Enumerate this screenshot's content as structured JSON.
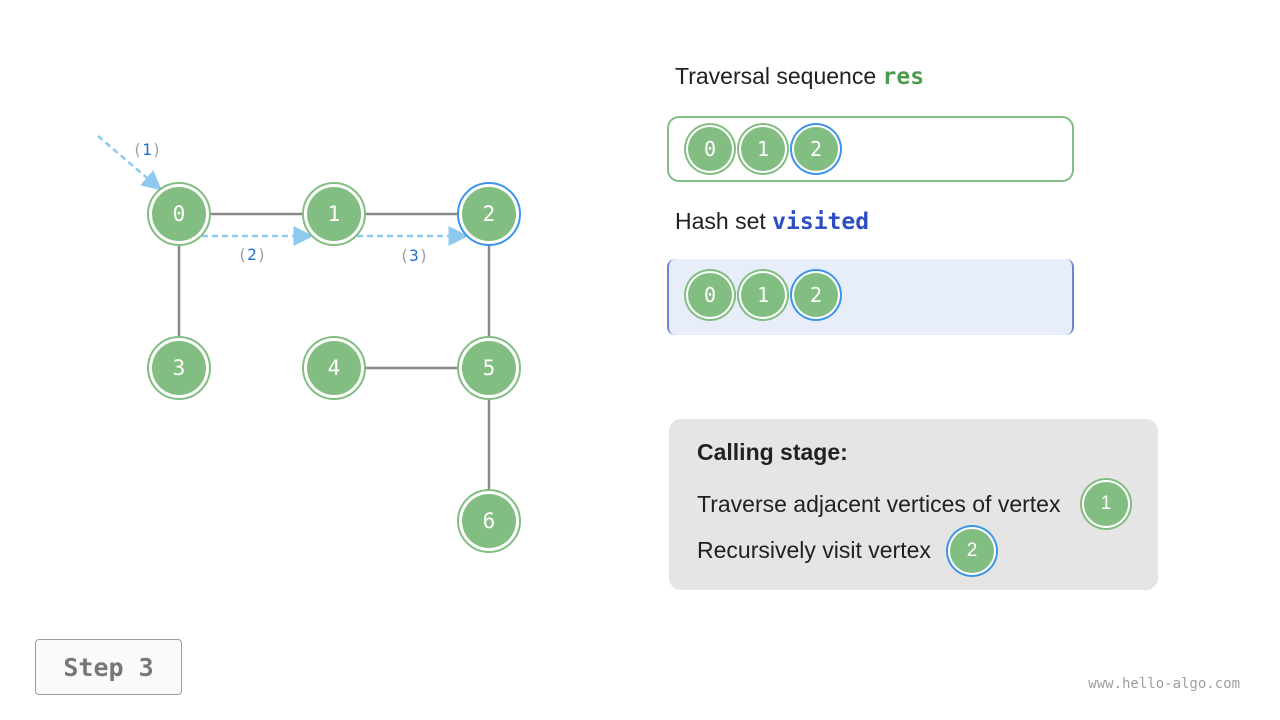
{
  "graph": {
    "vertices": [
      {
        "id": "0",
        "label": "0",
        "highlight": false
      },
      {
        "id": "1",
        "label": "1",
        "highlight": false
      },
      {
        "id": "2",
        "label": "2",
        "highlight": true
      },
      {
        "id": "3",
        "label": "3",
        "highlight": false
      },
      {
        "id": "4",
        "label": "4",
        "highlight": false
      },
      {
        "id": "5",
        "label": "5",
        "highlight": false
      },
      {
        "id": "6",
        "label": "6",
        "highlight": false
      }
    ],
    "edges": [
      [
        "0",
        "1"
      ],
      [
        "1",
        "2"
      ],
      [
        "0",
        "3"
      ],
      [
        "2",
        "5"
      ],
      [
        "4",
        "5"
      ],
      [
        "5",
        "6"
      ]
    ],
    "traversal_steps": [
      {
        "num": "1",
        "to": "0"
      },
      {
        "num": "2",
        "from": "0",
        "to": "1"
      },
      {
        "num": "3",
        "from": "1",
        "to": "2"
      }
    ],
    "paren_open": "(",
    "paren_close": ")"
  },
  "res": {
    "heading_text": "Traversal sequence ",
    "heading_code": "res",
    "items": [
      {
        "label": "0",
        "highlight": false
      },
      {
        "label": "1",
        "highlight": false
      },
      {
        "label": "2",
        "highlight": true
      }
    ]
  },
  "visited": {
    "heading_text": "Hash set ",
    "heading_code": "visited",
    "items": [
      {
        "label": "0",
        "highlight": false
      },
      {
        "label": "1",
        "highlight": false
      },
      {
        "label": "2",
        "highlight": true
      }
    ]
  },
  "stage": {
    "title": "Calling stage:",
    "line1_text": "Traverse adjacent vertices of vertex",
    "line1_vertex": "1",
    "line2_text": "Recursively visit vertex",
    "line2_vertex": "2"
  },
  "step_label": "Step 3",
  "watermark": "www.hello-algo.com",
  "colors": {
    "vertex_fill": "#82bd82",
    "highlight_ring": "#3d95e8",
    "edge": "#8a8a8a",
    "traversal_arrow": "#8ec9ef",
    "step_number": "#1a73c9"
  }
}
